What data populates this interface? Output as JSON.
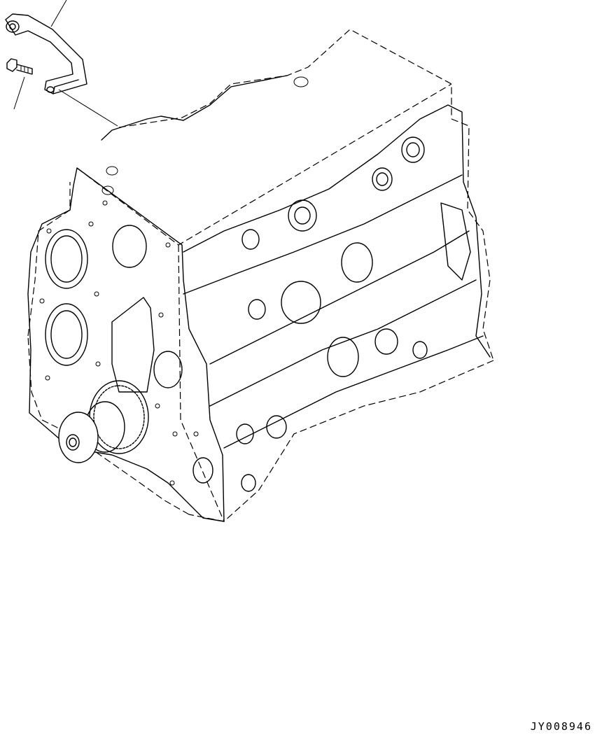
{
  "drawing": {
    "part_code": "JY008946",
    "callouts": [
      {
        "id": "bracket",
        "label": ""
      },
      {
        "id": "bolt",
        "label": ""
      }
    ]
  }
}
